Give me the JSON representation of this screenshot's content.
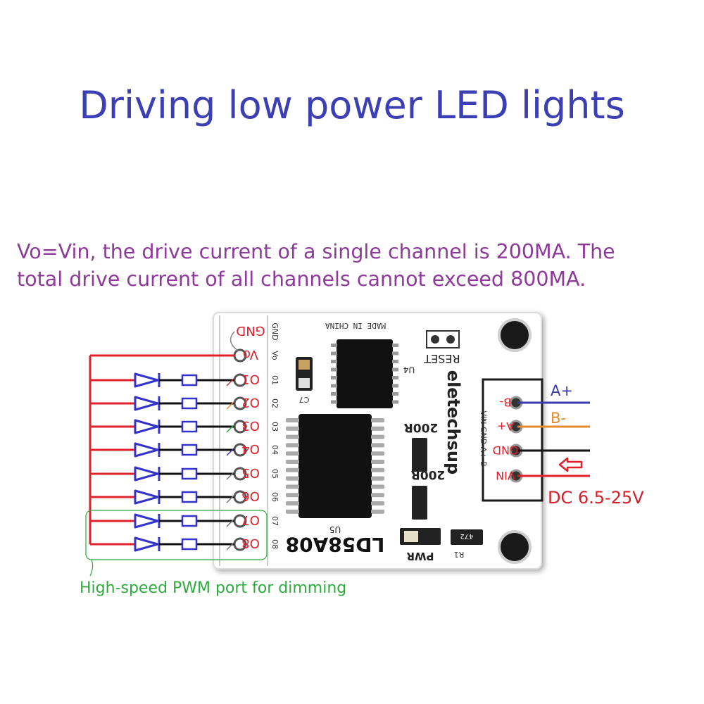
{
  "title": "Driving low power LED lights",
  "note": {
    "line1": "Vo=Vin, the drive current of a single channel is 200MA. The",
    "line2": "total drive current of all channels cannot exceed 800MA."
  },
  "board": {
    "model": "LD58A08",
    "brand": "eletechsup",
    "made_in": "MADE IN CHINA",
    "reset_label": "RESET",
    "pwr_label": "PWR",
    "u4_label": "U4",
    "u5_label": "U5",
    "c7_label": "C7",
    "r1_label": "R1",
    "r1_value": "472",
    "res_top_label": "200R",
    "res_bottom_label": "200R",
    "left_pins": [
      "GND",
      "Vo",
      "O1",
      "O2",
      "O3",
      "O4",
      "O5",
      "O6",
      "O7",
      "O8"
    ],
    "left_silk": [
      "GND",
      "Vo",
      "01",
      "02",
      "03",
      "04",
      "05",
      "06",
      "07",
      "08"
    ],
    "right_pins": [
      "B-",
      "A+",
      "GND",
      "VIN"
    ],
    "right_silk": "VIN GND A+ B-"
  },
  "wires": {
    "a_plus": "A+",
    "b_minus": "B-",
    "dc_label": "DC 6.5-25V"
  },
  "pwm_note": "High-speed PWM port for dimming",
  "colors": {
    "title": "#3b3fb3",
    "note": "#8e3a9a",
    "wire_red": "#e0202a",
    "led_blue": "#3333cc",
    "a_plus_wire": "#3a3ab0",
    "b_minus_wire": "#e8892a",
    "pwm_green": "#2eaa3e",
    "chip": "#111111"
  }
}
